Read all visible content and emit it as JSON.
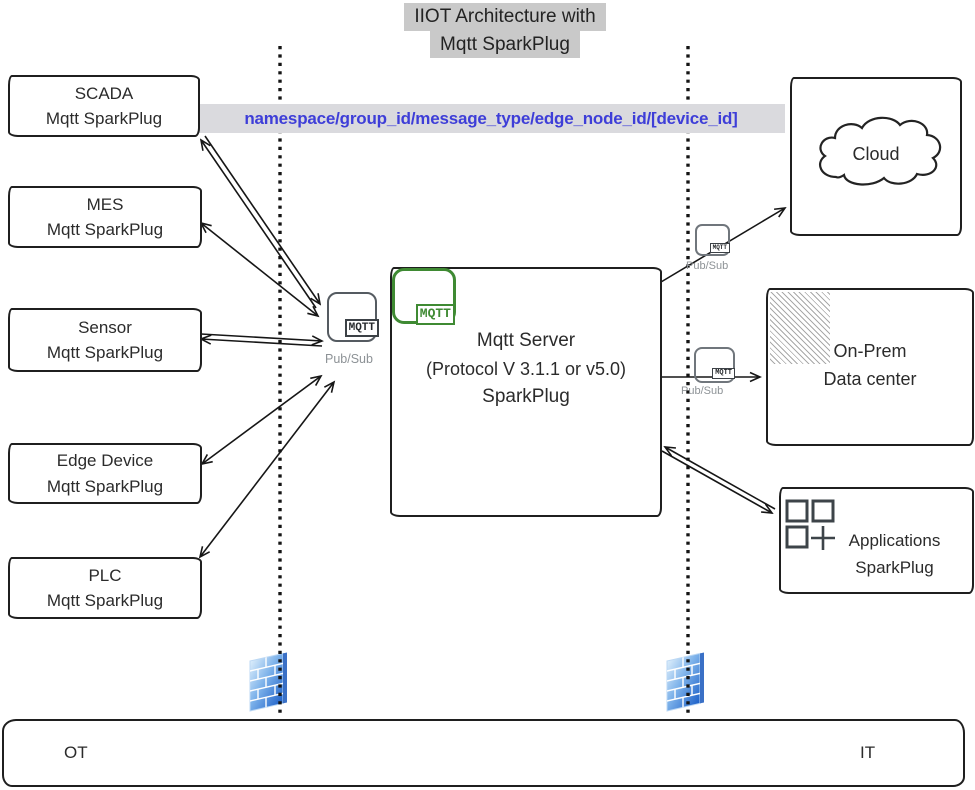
{
  "title": {
    "line1": "IIOT Architecture with",
    "line2": "Mqtt SparkPlug"
  },
  "topic_string": "namespace/group_id/message_type/edge_node_id/[device_id]",
  "left_nodes": [
    {
      "title": "SCADA",
      "subtitle": "Mqtt SparkPlug"
    },
    {
      "title": "MES",
      "subtitle": "Mqtt SparkPlug"
    },
    {
      "title": "Sensor",
      "subtitle": "Mqtt SparkPlug"
    },
    {
      "title": "Edge Device",
      "subtitle": "Mqtt SparkPlug"
    },
    {
      "title": "PLC",
      "subtitle": "Mqtt SparkPlug"
    }
  ],
  "server": {
    "line1": "Mqtt Server",
    "line2": "(Protocol V 3.1.1 or v5.0)",
    "line3": "SparkPlug"
  },
  "labels": {
    "mqtt": "MQTT",
    "pubsub": "Pub/Sub"
  },
  "right_nodes": {
    "cloud": {
      "label": "Cloud"
    },
    "onprem": {
      "line1": "On-Prem",
      "line2": "Data center"
    },
    "applications": {
      "line1": "Applications",
      "line2": "SparkPlug"
    }
  },
  "zones": {
    "left": "OT",
    "right": "IT"
  },
  "colors": {
    "title_highlight": "#c9c9c9",
    "topic_bg": "#dadade",
    "topic_text": "#3e3ed8",
    "mqtt_green": "#3f8a33",
    "icon_gray": "#555b61",
    "pubsub_text": "#8d9296",
    "firewall_light": "#ddeefb",
    "firewall_dark": "#1b5fc8",
    "line_color": "#161616"
  }
}
